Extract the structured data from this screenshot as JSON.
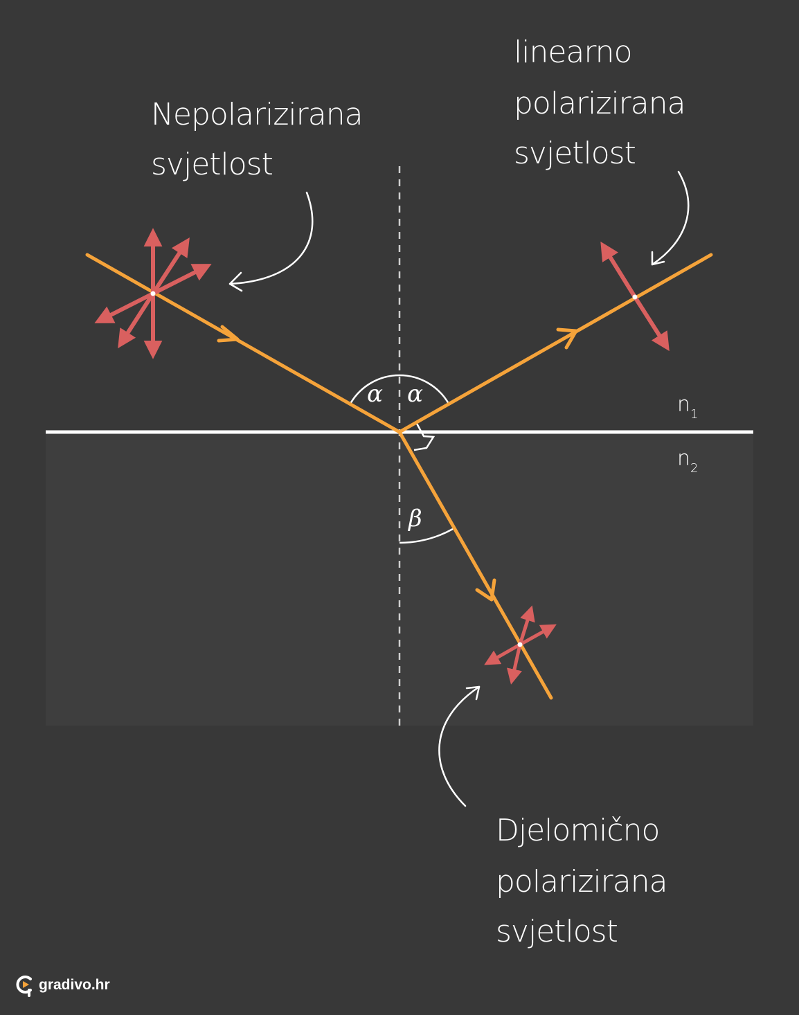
{
  "labels": {
    "unpolarized_1": "Nepolarizirana",
    "unpolarized_2": "svjetlost",
    "linear_1": "linearno",
    "linear_2": "polarizirana",
    "linear_3": "svjetlost",
    "partial_1": "Djelomično",
    "partial_2": "polarizirana",
    "partial_3": "svjetlost",
    "alpha_left": "α",
    "alpha_right": "α",
    "beta": "β",
    "n1_base": "n",
    "n1_sub": "1",
    "n2_base": "n",
    "n2_sub": "2"
  },
  "brand": {
    "name": "gradivo.hr"
  },
  "colors": {
    "background": "#383838",
    "lower_medium": "#3e3e3e",
    "ray": "#f5a33a",
    "polarization": "#d9605f",
    "line": "#ffffff"
  }
}
